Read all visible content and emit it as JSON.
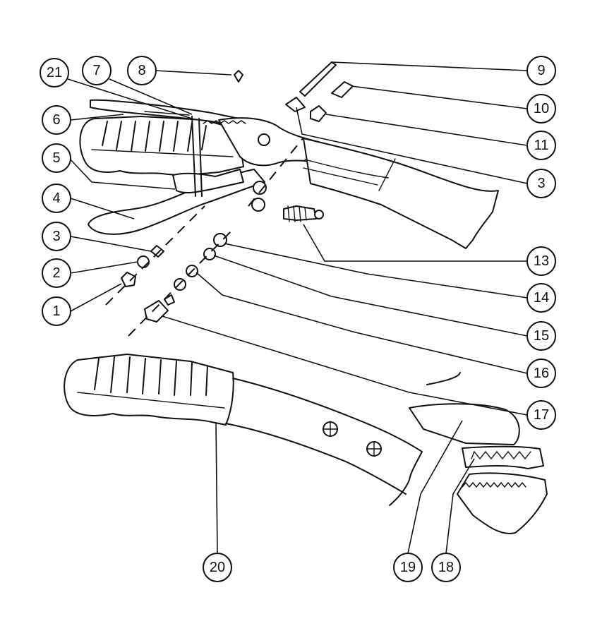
{
  "callouts": [
    {
      "id": "c21",
      "label": "21"
    },
    {
      "id": "c7",
      "label": "7"
    },
    {
      "id": "c8",
      "label": "8"
    },
    {
      "id": "c9",
      "label": "9"
    },
    {
      "id": "c10",
      "label": "10"
    },
    {
      "id": "c6",
      "label": "6"
    },
    {
      "id": "c11",
      "label": "11"
    },
    {
      "id": "c5",
      "label": "5"
    },
    {
      "id": "c3a",
      "label": "3"
    },
    {
      "id": "c4",
      "label": "4"
    },
    {
      "id": "c3b",
      "label": "3"
    },
    {
      "id": "c13",
      "label": "13"
    },
    {
      "id": "c2",
      "label": "2"
    },
    {
      "id": "c14",
      "label": "14"
    },
    {
      "id": "c1",
      "label": "1"
    },
    {
      "id": "c15",
      "label": "15"
    },
    {
      "id": "c16",
      "label": "16"
    },
    {
      "id": "c17",
      "label": "17"
    },
    {
      "id": "c20",
      "label": "20"
    },
    {
      "id": "c19",
      "label": "19"
    },
    {
      "id": "c18",
      "label": "18"
    }
  ]
}
